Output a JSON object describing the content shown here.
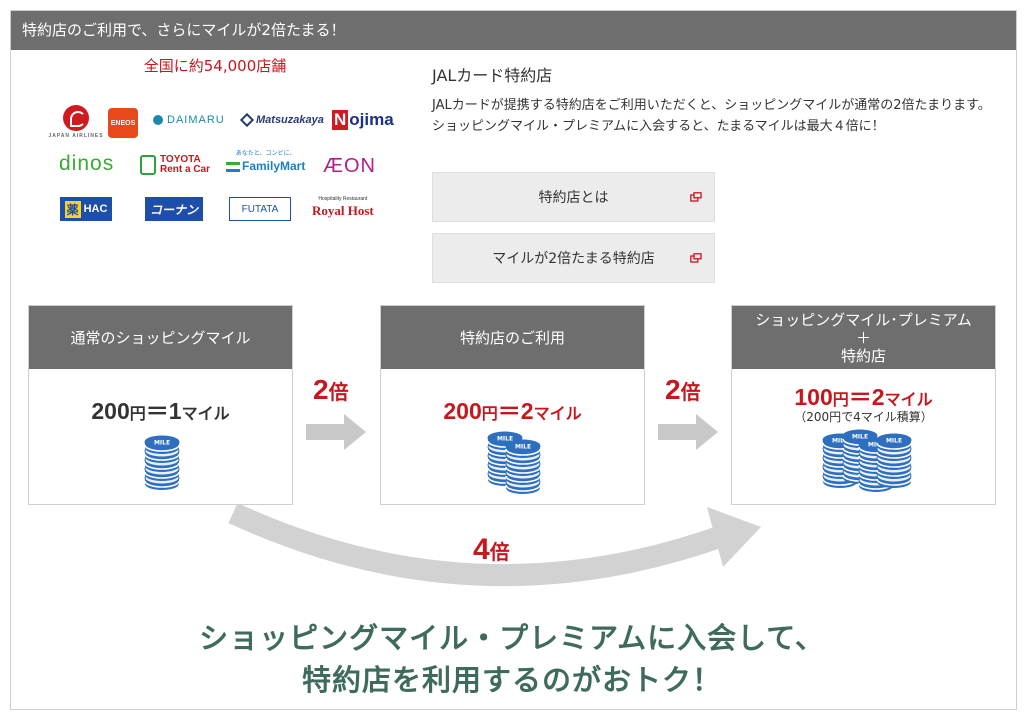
{
  "header": {
    "title": "特約店のご利用で、さらにマイルが2倍たまる！"
  },
  "stores": {
    "count_label": "全国に約54,000店舗",
    "logos": {
      "jal_sub": "JAPAN AIRLINES",
      "eneos": "ENEOS",
      "daimaru": "DAIMARU",
      "matsuzakaya": "Matsuzakaya",
      "nojima_n": "N",
      "nojima_rest": "ojima",
      "dinos": "dinos",
      "toyota_line1": "TOYOTA",
      "toyota_line2": "Rent a Car",
      "familymart_top": "あなたと、コンビに、",
      "familymart_main": "FamilyMart",
      "aeon": "ÆON",
      "hac_k": "薬",
      "hac_main": "HAC",
      "kohnan": "コーナン",
      "futata": "FUTATA",
      "royalhost_top": "Hospitality Restaurant",
      "royalhost_main": "Royal Host"
    }
  },
  "card": {
    "title": "JALカード特約店",
    "description": "JALカードが提携する特約店をご利用いただくと、ショッピングマイルが通常の2倍たまります。ショッピングマイル・プレミアムに入会すると、たまるマイルは最大４倍に！"
  },
  "buttons": {
    "about": "特約店とは",
    "double_stores": "マイルが2倍たまる特約店"
  },
  "boxes": [
    {
      "title": "通常のショッピングマイル",
      "yen": "200",
      "yen_unit": "円",
      "eq": "＝",
      "miles": "1",
      "miles_unit": "マイル"
    },
    {
      "title": "特約店のご利用",
      "yen": "200",
      "yen_unit": "円",
      "eq": "＝",
      "miles": "2",
      "miles_unit": "マイル"
    },
    {
      "title_line1": "ショッピングマイル･プレミアム",
      "title_line2": "＋",
      "title_line3": "特約店",
      "yen": "100",
      "yen_unit": "円",
      "eq": "＝",
      "miles": "2",
      "miles_unit": "マイル",
      "note": "（200円で4マイル積算）"
    }
  ],
  "multipliers": {
    "a_num": "2",
    "a_unit": "倍",
    "b_num": "2",
    "b_unit": "倍",
    "c_num": "4",
    "c_unit": "倍"
  },
  "icons": {
    "mile_label": "MILE"
  },
  "tagline": {
    "line1": "ショッピングマイル・プレミアムに入会して、",
    "line2": "特約店を利用するのがおトク！"
  },
  "colors": {
    "header_bg": "#6e6e6e",
    "accent_red": "#c8161d",
    "tagline_green": "#3f6b5f",
    "button_bg": "#ececec",
    "coin_blue": "#2f6fc0"
  }
}
